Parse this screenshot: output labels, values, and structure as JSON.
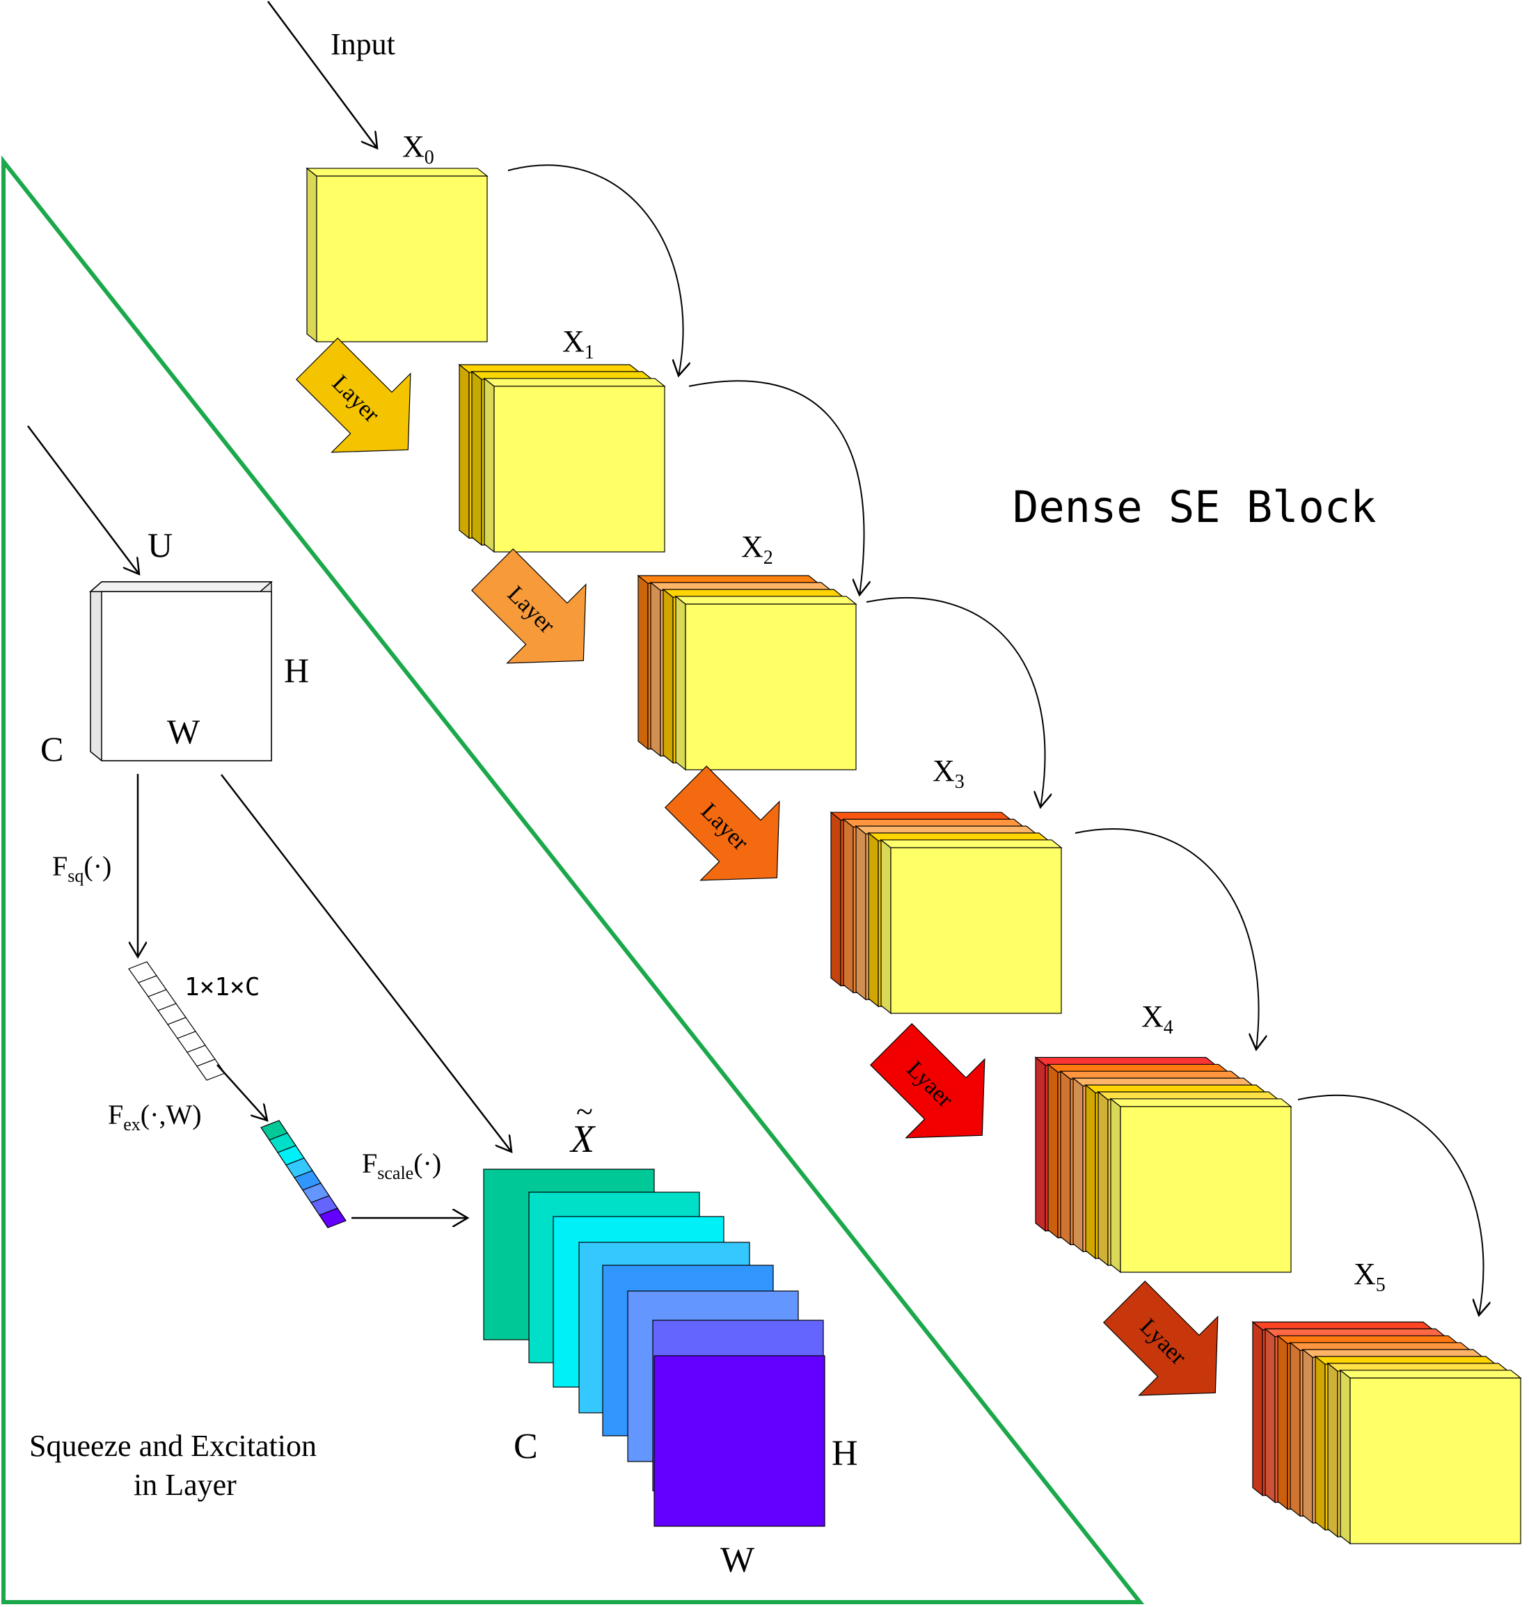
{
  "labels": {
    "input": "Input",
    "title": "Dense SE Block",
    "x0": "X",
    "x0_sub": "0",
    "x1": "X",
    "x1_sub": "1",
    "x2": "X",
    "x2_sub": "2",
    "x3": "X",
    "x3_sub": "3",
    "x4": "X",
    "x4_sub": "4",
    "x5": "X",
    "x5_sub": "5",
    "u": "U",
    "h_top": "H",
    "w_top": "W",
    "c_top": "C",
    "fsq": "F",
    "fsq_sub": "sq",
    "fsq_arg": "(·)",
    "size": "1×1×C",
    "fex": "F",
    "fex_sub": "ex",
    "fex_arg": "(·,W)",
    "fscale": "F",
    "fscale_sub": "scale",
    "fscale_arg": "(·)",
    "xtilde": "X",
    "tilde": "~",
    "c_bottom": "C",
    "h_bottom": "H",
    "w_bottom": "W",
    "caption_line1": "Squeeze and Excitation",
    "caption_line2": "in Layer"
  },
  "layer_arrows": [
    "Layer",
    "Layer",
    "Layer",
    "Lyaer",
    "Lyaer"
  ],
  "colors": {
    "yellow_face": "#ffff66",
    "triangle_border": "#1aa84a",
    "layer_arrow_fills": [
      "#f5c400",
      "#f79a3a",
      "#f46a10",
      "#f20000",
      "#c8360c"
    ],
    "se_stack_fills": [
      "#00c897",
      "#00e0c8",
      "#00f0f8",
      "#35c8ff",
      "#3296ff",
      "#6496ff",
      "#6464ff",
      "#6400ff"
    ],
    "excitation_vector": [
      "#00c897",
      "#00e0c8",
      "#00f0f8",
      "#35c8ff",
      "#3296ff",
      "#6496ff",
      "#6464ff",
      "#6400ff"
    ]
  }
}
